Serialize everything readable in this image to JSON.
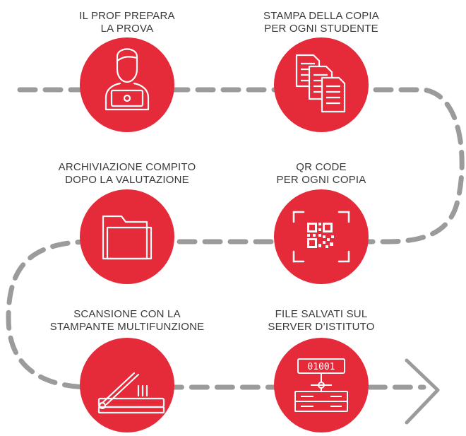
{
  "colors": {
    "accent": "#e52a3a",
    "path": "#9b9b9b",
    "icon_stroke": "#ffffff"
  },
  "steps": [
    {
      "line1": "IL PROF PREPARA",
      "line2": "LA PROVA",
      "icon": "teacher-laptop-icon"
    },
    {
      "line1": "STAMPA DELLA COPIA",
      "line2": "PER OGNI STUDENTE",
      "icon": "documents-stack-icon"
    },
    {
      "line1": "ARCHIVIAZIONE COMPITO",
      "line2": "DOPO LA VALUTAZIONE",
      "icon": "folder-icon"
    },
    {
      "line1": "QR CODE",
      "line2": "PER OGNI COPIA",
      "icon": "qr-code-icon"
    },
    {
      "line1": "SCANSIONE CON LA",
      "line2": "STAMPANTE MULTIFUNZIONE",
      "icon": "scanner-icon"
    },
    {
      "line1": "FILE SALVATI SUL",
      "line2": "SERVER D’ISTITUTO",
      "icon": "server-icon",
      "binary_text": "01001"
    }
  ]
}
